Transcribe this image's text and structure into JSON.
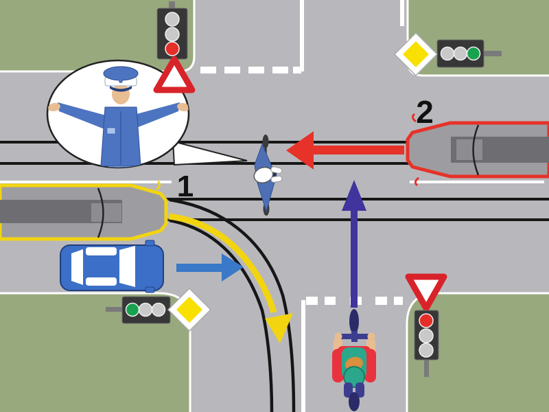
{
  "title": "Traffic intersection right-of-way diagram",
  "labels": {
    "tram_left": "1",
    "tram_right": "2"
  },
  "traffic_controller": {
    "pose": "arms extended horizontally to both sides",
    "location": "speech bubble, top-left",
    "uniform": "blue with cap"
  },
  "traffic_lights": [
    {
      "corner": "top-left",
      "orientation": "vertical",
      "lit": "red"
    },
    {
      "corner": "top-right",
      "orientation": "horizontal",
      "lit": "green"
    },
    {
      "corner": "bottom-left",
      "orientation": "horizontal",
      "lit": "green"
    },
    {
      "corner": "bottom-right",
      "orientation": "vertical",
      "lit": "red"
    }
  ],
  "signs": [
    {
      "corner": "top-left",
      "type": "red warning triangle (point up)"
    },
    {
      "corner": "top-right",
      "type": "priority road (yellow diamond)"
    },
    {
      "corner": "bottom-left",
      "type": "priority road (yellow diamond)"
    },
    {
      "corner": "bottom-right",
      "type": "give way (inverted red triangle)"
    }
  ],
  "vehicles": [
    {
      "name": "tram-1",
      "label": "1",
      "outline": "yellow",
      "position": "west approach",
      "path": "yellow arrow turning right (south)"
    },
    {
      "name": "tram-2",
      "label": "2",
      "outline": "red",
      "position": "east approach",
      "path": "red arrow straight west"
    },
    {
      "name": "car",
      "color": "blue",
      "position": "west approach",
      "path": "blue arrow straight east"
    },
    {
      "name": "motorcycle",
      "position": "south approach",
      "path": "purple arrow straight north"
    },
    {
      "name": "bicycle",
      "position": "center of intersection, crossing vertically"
    }
  ],
  "arrows": [
    {
      "color": "red",
      "direction": "west"
    },
    {
      "color": "yellow",
      "direction": "curving south (right turn)"
    },
    {
      "color": "blue",
      "direction": "east"
    },
    {
      "color": "purple",
      "direction": "north"
    }
  ],
  "colors": {
    "road": "#b8b8bc",
    "grass": "#98a97e",
    "curb_white": "#ffffff",
    "rail_black": "#161616",
    "tram_body": "#9d9da1",
    "tram_window_band": "#6e6e72",
    "tram_door": "#8d8d91",
    "tram1_outline_yellow": "#f2d411",
    "tram2_outline_red": "#e63228",
    "arrow_red": "#e63228",
    "arrow_yellow": "#f2d411",
    "arrow_blue": "#3a78c8",
    "arrow_purple": "#41349c",
    "car_blue": "#3c6fc8",
    "light_box": "#373737",
    "light_off": "#c9c9c9",
    "light_red": "#e62e28",
    "light_green": "#18a24e",
    "sign_red": "#d8232a",
    "sign_yellow": "#f8e000",
    "uniform_blue": "#4d74c0",
    "uniform_dark": "#2f4f9a",
    "skin": "#e9bd92",
    "rider_jacket": "#e8333f",
    "rider_teal": "#2ba88c",
    "rider_orange": "#d88f3e",
    "moto_navy": "#3d3d8f",
    "bike_blue": "#4f6fb5",
    "label_black": "#111111",
    "bubble_white": "#ffffff"
  }
}
